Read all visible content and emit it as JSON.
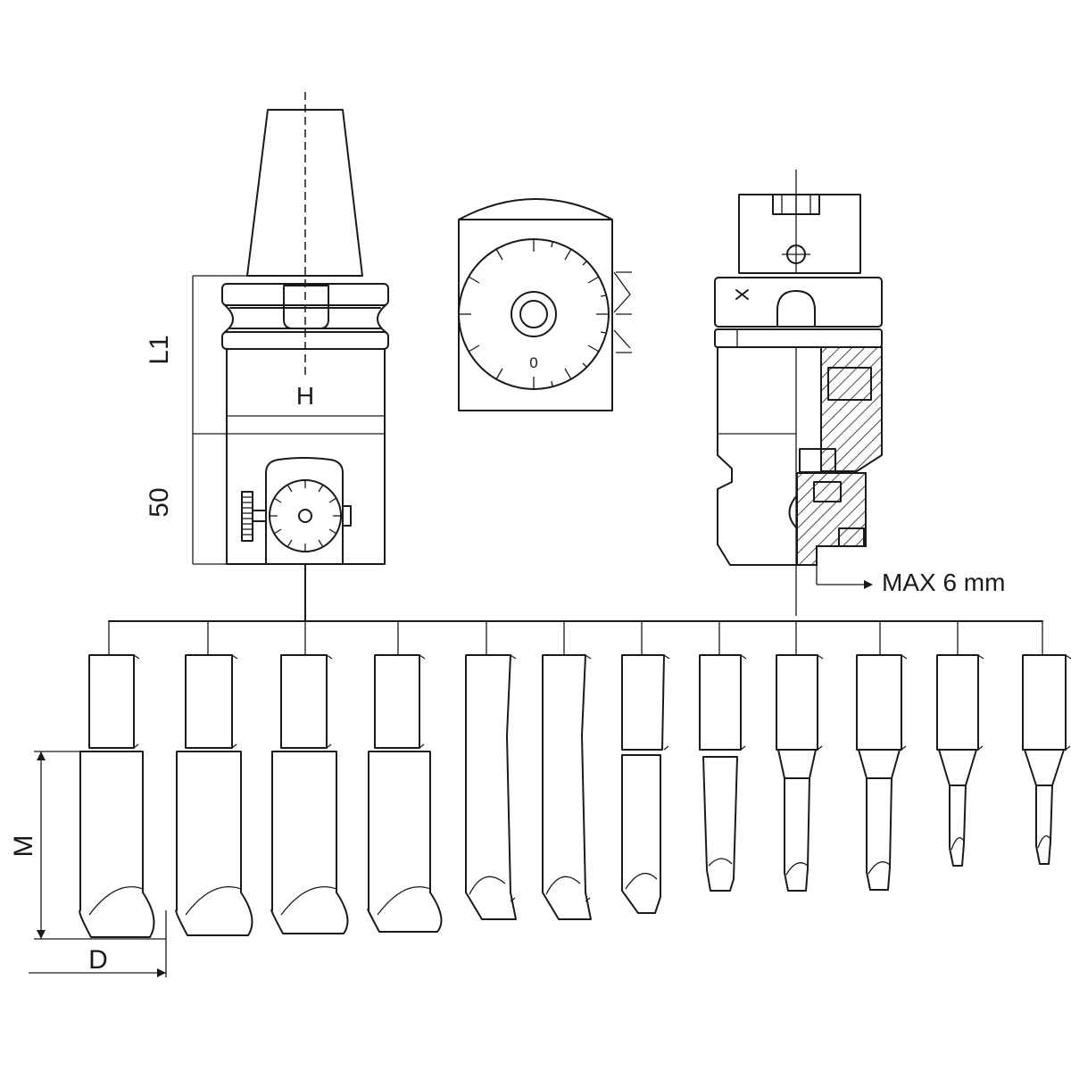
{
  "dimensions": {
    "l1": "L1",
    "h": "H",
    "fifty": "50",
    "m": "M",
    "d": "D",
    "max": "MAX 6 mm"
  },
  "dial": {
    "zero": "0"
  },
  "tool_count": 12
}
